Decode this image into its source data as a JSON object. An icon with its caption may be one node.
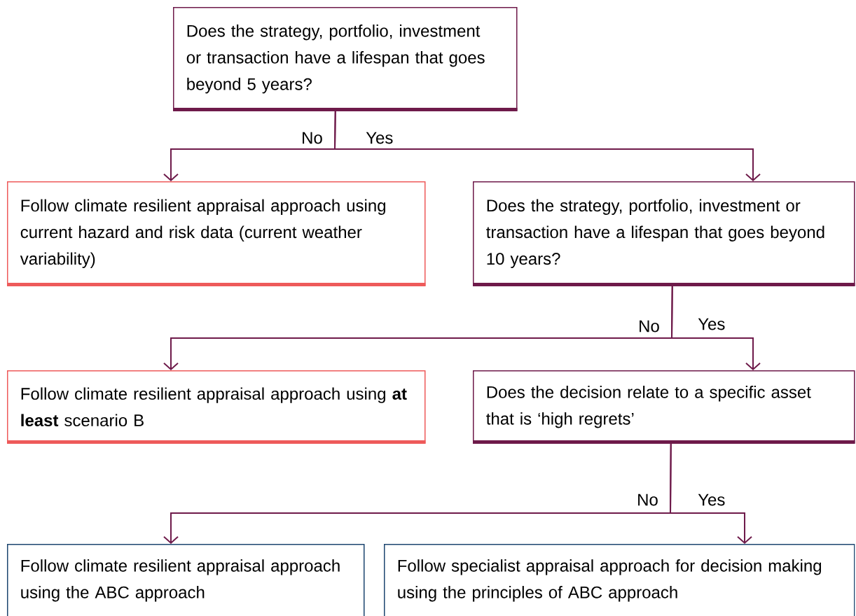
{
  "diagram": {
    "nodes": [
      {
        "text": [
          "Does the strategy, portfolio, investment or transaction have a lifespan that goes beyond 5 years?"
        ]
      },
      {
        "text": [
          "Follow climate resilient appraisal approach using current hazard and risk data (current weather variability)"
        ]
      },
      {
        "text": [
          "Does the strategy, portfolio, investment or transaction have a lifespan that goes beyond 10 years?"
        ]
      },
      {
        "text": [
          "Follow climate resilient appraisal approach using **at least** scenario B"
        ]
      },
      {
        "text": [
          "Does the decision relate to a specific asset that is ‘high regrets’"
        ]
      },
      {
        "text": [
          "Follow climate resilient appraisal approach using the ABC approach"
        ]
      },
      {
        "text": [
          "Follow specialist appraisal approach for decision making using the principles of ABC approach"
        ]
      }
    ],
    "edges": [
      {
        "from": 0,
        "to": 1,
        "arrow": "to",
        "label": "No"
      },
      {
        "from": 0,
        "to": 2,
        "arrow": "to",
        "label": "Yes"
      },
      {
        "from": 2,
        "to": 3,
        "arrow": "to",
        "label": "No"
      },
      {
        "from": 2,
        "to": 4,
        "arrow": "to",
        "label": "Yes"
      },
      {
        "from": 4,
        "to": 5,
        "arrow": "to",
        "label": "No"
      },
      {
        "from": 4,
        "to": 6,
        "arrow": "to",
        "label": "Yes"
      }
    ]
  }
}
